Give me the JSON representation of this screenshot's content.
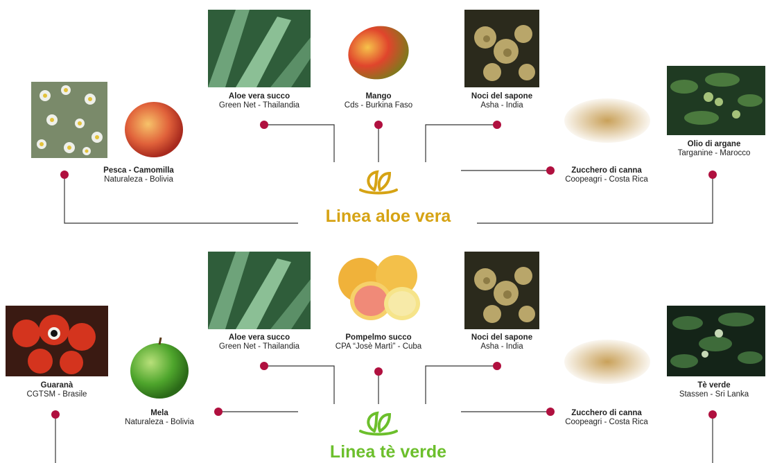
{
  "colors": {
    "dot": "#b0103f",
    "line": "#333333",
    "aloe_accent": "#d6a314",
    "te_accent": "#6cbf2c"
  },
  "lines": [
    {
      "title": "Linea aloe vera",
      "logo_icon": "leaf-logo-icon",
      "items": [
        {
          "name": "Pesca - Camomilla",
          "source": "Naturaleza - Bolivia",
          "image": "chamomile-and-peach-photo"
        },
        {
          "name": "Aloe vera succo",
          "source": "Green Net - Thailandia",
          "image": "aloe-vera-photo"
        },
        {
          "name": "Mango",
          "source": "Cds - Burkina Faso",
          "image": "mango-photo"
        },
        {
          "name": "Noci del sapone",
          "source": "Asha - India",
          "image": "soap-nuts-photo"
        },
        {
          "name": "Zucchero di canna",
          "source": "Coopeagri - Costa Rica",
          "image": "cane-sugar-photo"
        },
        {
          "name": "Olio di argane",
          "source": "Targanine - Marocco",
          "image": "argan-tree-photo"
        }
      ]
    },
    {
      "title": "Linea tè verde",
      "logo_icon": "leaf-logo-icon",
      "items": [
        {
          "name": "Guaranà",
          "source": "CGTSM - Brasile",
          "image": "guarana-photo"
        },
        {
          "name": "Mela",
          "source": "Naturaleza - Bolivia",
          "image": "green-apple-photo"
        },
        {
          "name": "Aloe vera succo",
          "source": "Green Net - Thailandia",
          "image": "aloe-vera-photo"
        },
        {
          "name": "Pompelmo succo",
          "source": "CPA “Josè Martì” - Cuba",
          "image": "grapefruit-photo"
        },
        {
          "name": "Noci del sapone",
          "source": "Asha - India",
          "image": "soap-nuts-photo"
        },
        {
          "name": "Zucchero di canna",
          "source": "Coopeagri - Costa Rica",
          "image": "cane-sugar-photo"
        },
        {
          "name": "Tè verde",
          "source": "Stassen - Sri Lanka",
          "image": "green-tea-plant-photo"
        }
      ]
    }
  ]
}
